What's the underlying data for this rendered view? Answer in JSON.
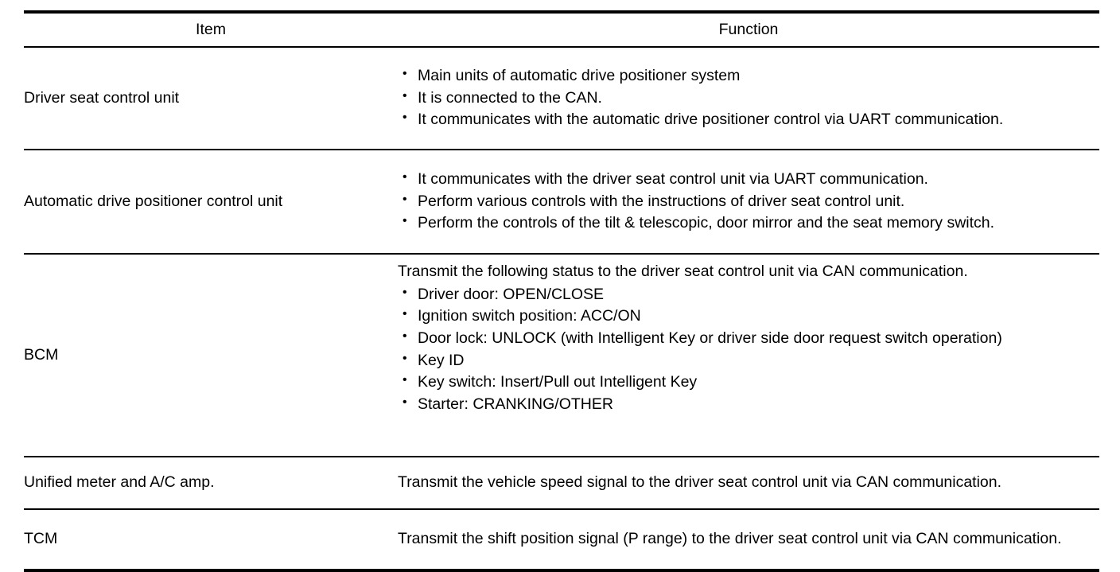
{
  "table": {
    "headers": {
      "item": "Item",
      "function": "Function"
    },
    "rows": [
      {
        "item": "Driver seat control unit",
        "lead": "",
        "bullets": [
          "Main units of automatic drive positioner system",
          "It is connected to the CAN.",
          "It communicates with the automatic drive positioner control via UART communication."
        ]
      },
      {
        "item": "Automatic drive positioner control unit",
        "lead": "",
        "bullets": [
          "It communicates with the driver seat control unit via UART communication.",
          "Perform various controls with the instructions of driver seat control unit.",
          "Perform the controls of the tilt & telescopic, door mirror and the seat memory switch."
        ]
      },
      {
        "item": "BCM",
        "lead": "Transmit the following status to the driver seat control unit via CAN communication.",
        "bullets": [
          "Driver door: OPEN/CLOSE",
          "Ignition switch position: ACC/ON",
          "Door lock: UNLOCK (with Intelligent Key or driver side door request switch operation)",
          "Key ID",
          "Key switch: Insert/Pull out Intelligent Key",
          "Starter: CRANKING/OTHER"
        ]
      },
      {
        "item": "Unified meter and A/C amp.",
        "lead": "Transmit the vehicle speed signal to the driver seat control unit via CAN communication.",
        "bullets": []
      },
      {
        "item": "TCM",
        "lead": "Transmit the shift position signal (P range) to the driver seat control unit via CAN communication.",
        "bullets": []
      }
    ]
  },
  "style": {
    "text_color": "#000000",
    "background_color": "#ffffff",
    "rule_color": "#000000"
  }
}
